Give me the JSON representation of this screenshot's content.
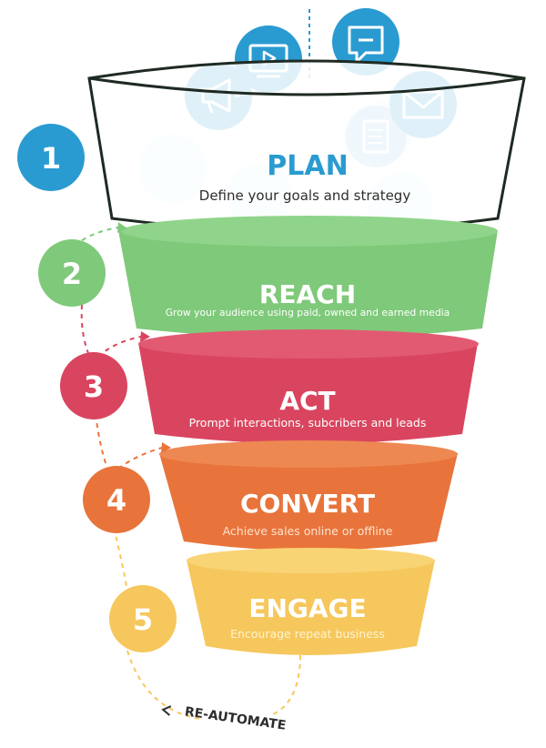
{
  "stages": [
    {
      "number": "1",
      "title": "PLAN",
      "subtitle": "Define your goals and strategy",
      "color": "#2a9bd1",
      "title_color": "#2a9bd1"
    },
    {
      "number": "2",
      "title": "REACH",
      "subtitle": "Grow your audience using paid, owned and earned media",
      "color": "#7fc97a",
      "title_color": "#ffffff"
    },
    {
      "number": "3",
      "title": "ACT",
      "subtitle": "Prompt interactions, subcribers and leads",
      "color": "#d9455f",
      "title_color": "#ffffff"
    },
    {
      "number": "4",
      "title": "CONVERT",
      "subtitle": "Achieve sales online or offline",
      "color": "#e8743b",
      "title_color": "#ffffff"
    },
    {
      "number": "5",
      "title": "ENGAGE",
      "subtitle": "Encourage repeat business",
      "color": "#f6c75c",
      "title_color": "#ffffff"
    }
  ],
  "loop_label": "RE-AUTOMATE",
  "colors": {
    "plan_blue": "#2a9bd1",
    "reach_green": "#7fc97a",
    "act_red": "#d9455f",
    "convert_orange": "#e8743b",
    "engage_yellow": "#f6c75c",
    "funnel_outline": "#1e2a22"
  },
  "icons": [
    "chat-bubble-icon",
    "video-play-icon",
    "megaphone-icon",
    "envelope-icon",
    "document-icon"
  ]
}
